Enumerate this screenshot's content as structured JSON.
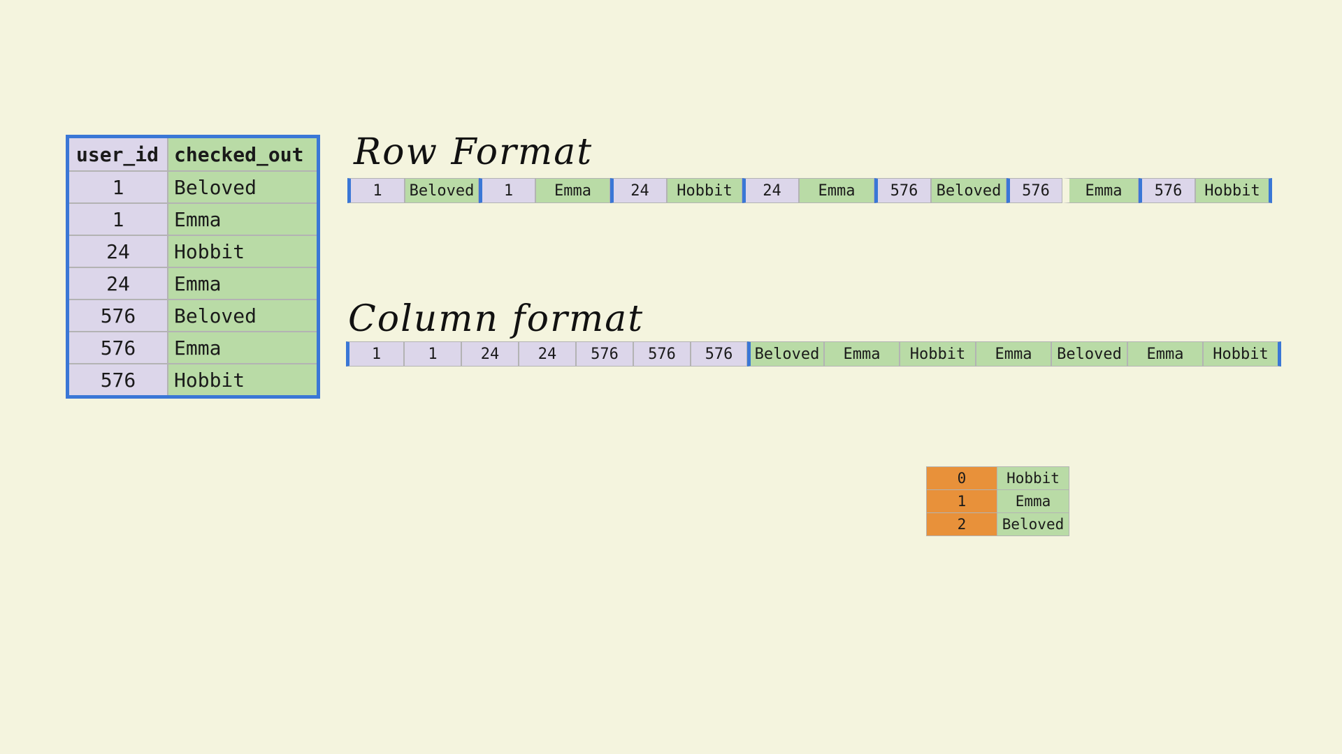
{
  "table": {
    "headers": [
      "user_id",
      "checked_out"
    ],
    "rows": [
      [
        "1",
        "Beloved"
      ],
      [
        "1",
        "Emma"
      ],
      [
        "24",
        "Hobbit"
      ],
      [
        "24",
        "Emma"
      ],
      [
        "576",
        "Beloved"
      ],
      [
        "576",
        "Emma"
      ],
      [
        "576",
        "Hobbit"
      ]
    ]
  },
  "row_format": {
    "title": "Row Format",
    "cells": [
      "1",
      "Beloved",
      "1",
      "Emma",
      "24",
      "Hobbit",
      "24",
      "Emma",
      "576",
      "Beloved",
      "576",
      "Emma",
      "576",
      "Hobbit"
    ]
  },
  "column_format": {
    "title": "Column format",
    "user_ids": [
      "1",
      "1",
      "24",
      "24",
      "576",
      "576",
      "576"
    ],
    "checked_out": [
      "Beloved",
      "Emma",
      "Hobbit",
      "Emma",
      "Beloved",
      "Emma",
      "Hobbit"
    ]
  },
  "dictionary": {
    "entries": [
      [
        "0",
        "Hobbit"
      ],
      [
        "1",
        "Emma"
      ],
      [
        "2",
        "Beloved"
      ]
    ]
  },
  "colors": {
    "background": "#f4f4de",
    "user_id_cell": "#dcd6ea",
    "book_cell": "#b9dba6",
    "dictionary_key": "#e8913a",
    "border_accent": "#3a77d6"
  }
}
